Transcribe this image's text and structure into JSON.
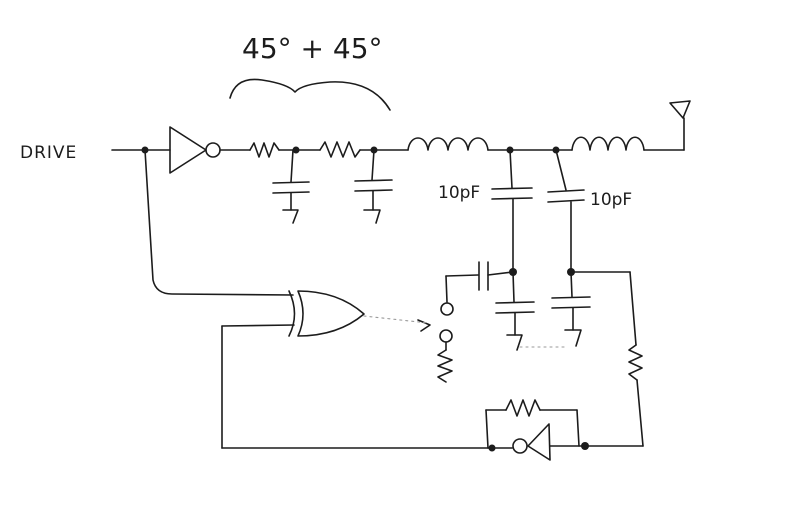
{
  "labels": {
    "drive": "DRIVE",
    "phase": "45° + 45°",
    "cap_left": "10pF",
    "cap_right": "10pF"
  },
  "style": {
    "ink": "#1c1c1c",
    "paper": "#ffffff"
  }
}
